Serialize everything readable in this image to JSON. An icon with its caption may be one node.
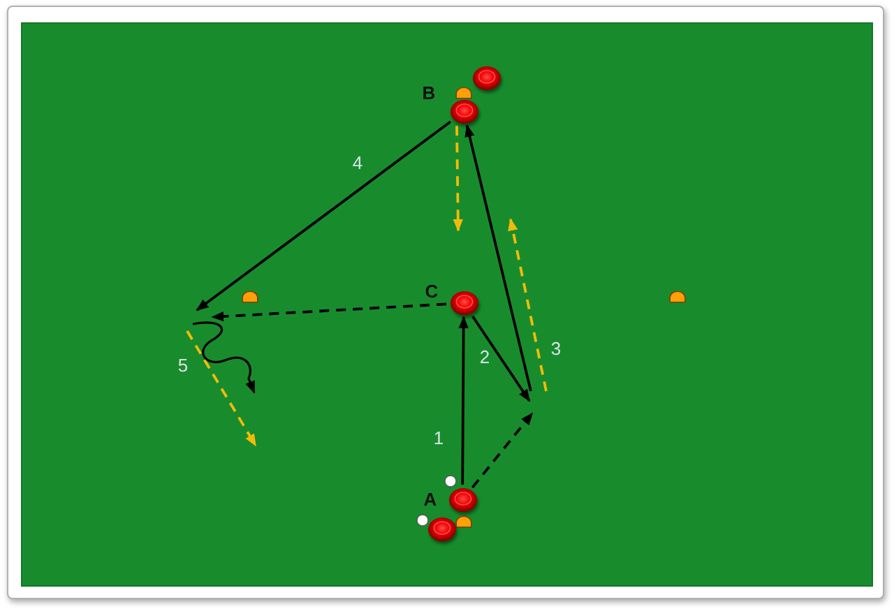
{
  "diagram": {
    "nodes": [
      {
        "text": [],
        "shape": "circle"
      },
      {
        "text": [],
        "shape": "circle",
        "beside": [
          "B"
        ]
      },
      {
        "text": [],
        "shape": "circle",
        "beside": [
          "C"
        ]
      },
      {
        "text": [],
        "shape": "circle",
        "beside": [
          "A"
        ]
      },
      {
        "text": [],
        "shape": "circle"
      }
    ],
    "edges": [
      {
        "from": 1,
        "to": null,
        "arrow": "to",
        "label": "4"
      },
      {
        "from": 1,
        "to": null,
        "arrow": "to",
        "style": "dashed",
        "color": "#f2bb0a"
      },
      {
        "from": null,
        "to": 1,
        "arrow": "to"
      },
      {
        "from": 2,
        "to": null,
        "arrow": "to",
        "style": "dashed"
      },
      {
        "from": 2,
        "to": null,
        "arrow": "to",
        "label": "2"
      },
      {
        "from": 3,
        "to": 2,
        "arrow": "to",
        "label": "1"
      },
      {
        "from": 3,
        "to": null,
        "arrow": "to",
        "style": "dashed"
      }
    ],
    "labels": [
      "3",
      "5"
    ]
  }
}
